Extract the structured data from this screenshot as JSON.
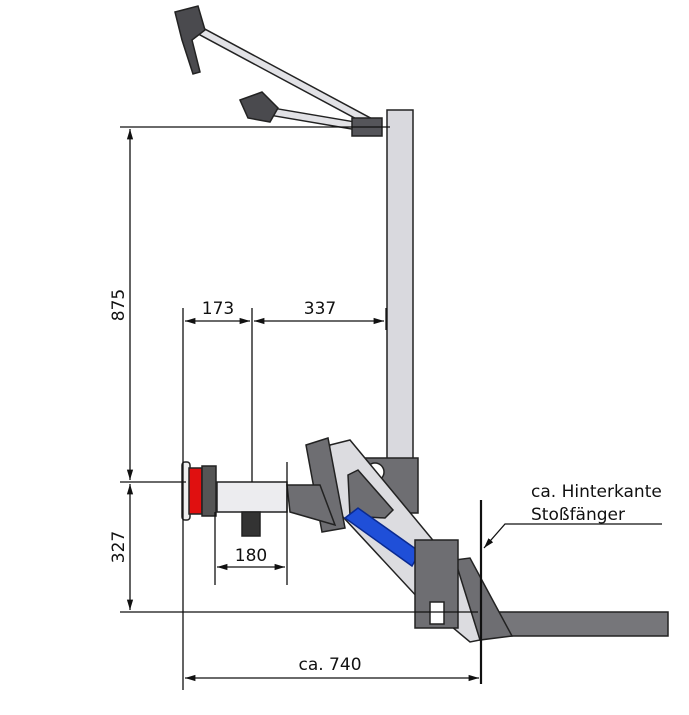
{
  "dimensions": {
    "height_upper": "875",
    "height_lower": "327",
    "width_a": "173",
    "width_b": "337",
    "width_c": "180",
    "width_total": "ca. 740"
  },
  "annotation": {
    "line1": "ca. Hinterkante",
    "line2": "Stoßfänger"
  },
  "colors": {
    "frame": "#6e6e72",
    "post": "#d9d9de",
    "cylinder": "#1f4fd8",
    "light": "#e01010"
  }
}
